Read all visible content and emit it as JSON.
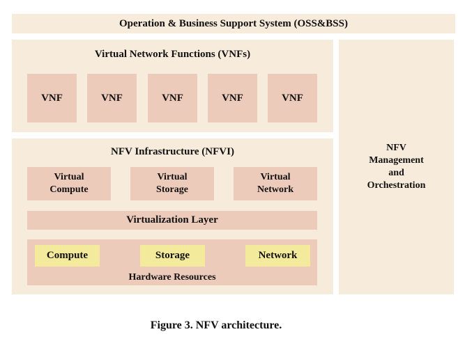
{
  "oss_bss": {
    "label": "Operation & Business Support System (OSS&BSS)"
  },
  "vnfs": {
    "title": "Virtual Network Functions (VNFs)",
    "items": [
      "VNF",
      "VNF",
      "VNF",
      "VNF",
      "VNF"
    ]
  },
  "nfvi": {
    "title": "NFV Infrastructure (NFVI)",
    "virtual_resources": [
      {
        "line1": "Virtual",
        "line2": "Compute"
      },
      {
        "line1": "Virtual",
        "line2": "Storage"
      },
      {
        "line1": "Virtual",
        "line2": "Network"
      }
    ],
    "virtualization_layer": "Virtualization Layer",
    "hardware": {
      "title": "Hardware Resources",
      "items": [
        "Compute",
        "Storage",
        "Network"
      ]
    }
  },
  "mano": {
    "line1": "NFV",
    "line2": "Management",
    "line3": "and",
    "line4": "Orchestration"
  },
  "caption": "Figure 3. NFV architecture."
}
